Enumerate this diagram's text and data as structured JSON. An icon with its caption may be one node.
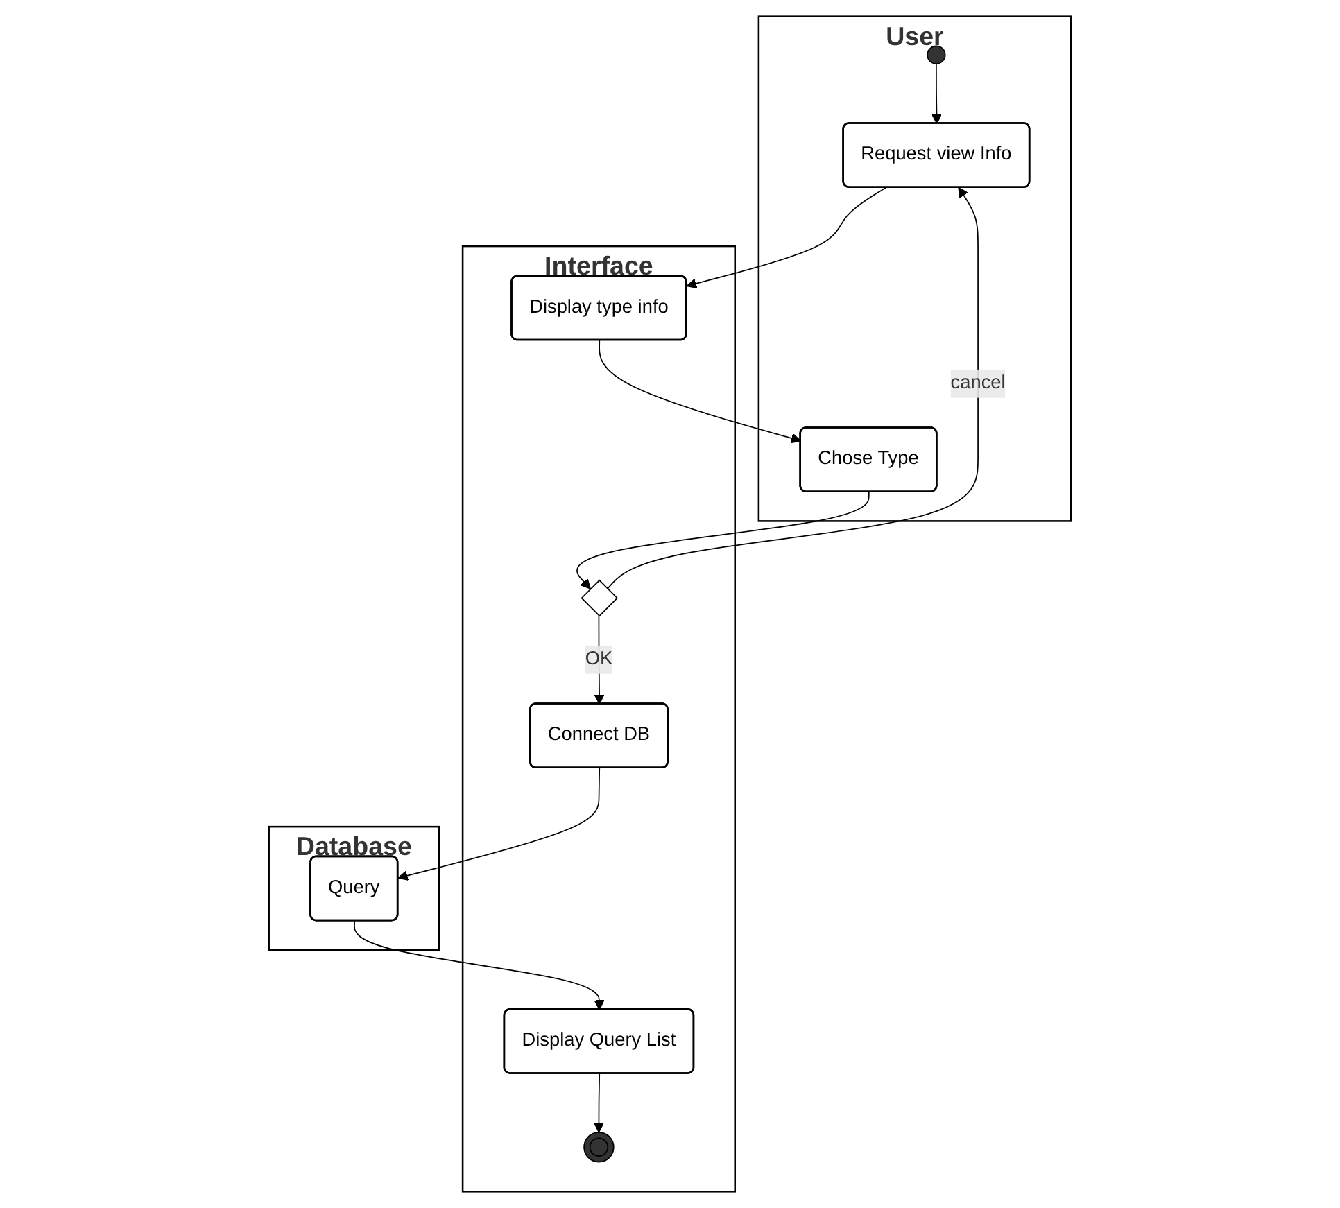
{
  "diagram": {
    "nodes": [
      {
        "text": [
          "User"
        ]
      },
      {
        "text": [],
        "shape": "circle",
        "in": 0
      },
      {
        "text": [
          "Request view Info"
        ],
        "in": 0
      },
      {
        "text": [
          "Chose Type"
        ],
        "in": 0
      },
      {
        "text": [
          "Interface"
        ]
      },
      {
        "text": [
          "Display type info"
        ],
        "in": 4
      },
      {
        "text": [],
        "shape": "diamond",
        "in": 4
      },
      {
        "text": [
          "Connect DB"
        ],
        "in": 4
      },
      {
        "text": [
          "Display Query List"
        ],
        "in": 4
      },
      {
        "text": [],
        "shape": "circle",
        "in": 4
      },
      {
        "text": [
          "Database"
        ]
      },
      {
        "text": [
          "Query"
        ],
        "in": 10
      }
    ],
    "edges": [
      {
        "from": 1,
        "to": 2,
        "arrow": "to"
      },
      {
        "from": 2,
        "to": 5,
        "arrow": "to"
      },
      {
        "from": 5,
        "to": 3,
        "arrow": "to"
      },
      {
        "from": 3,
        "to": 6,
        "arrow": "to"
      },
      {
        "from": 6,
        "to": 2,
        "arrow": "to",
        "label": "cancel"
      },
      {
        "from": 6,
        "to": 7,
        "arrow": "to",
        "label": "OK"
      },
      {
        "from": 7,
        "to": 11,
        "arrow": "to"
      },
      {
        "from": 11,
        "to": 8,
        "arrow": "to"
      },
      {
        "from": 8,
        "to": 9,
        "arrow": "to"
      }
    ]
  }
}
